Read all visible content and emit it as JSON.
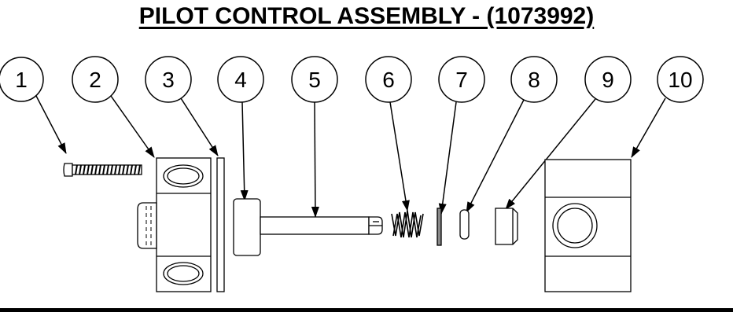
{
  "title": "PILOT CONTROL ASSEMBLY - (1073992)",
  "callouts": [
    "1",
    "2",
    "3",
    "4",
    "5",
    "6",
    "7",
    "8",
    "9",
    "10"
  ]
}
